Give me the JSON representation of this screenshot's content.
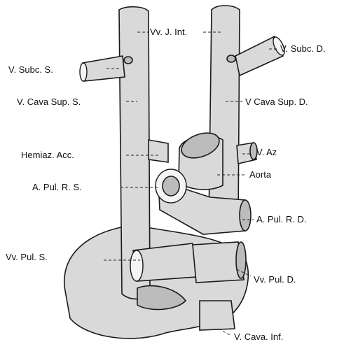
{
  "labels": {
    "vv_j_int": "Vv. J. Int.",
    "v_subc_s": "V. Subc. S.",
    "v_subc_d": "V. Subc. D.",
    "v_cava_sup_s": "V. Cava Sup. S.",
    "v_cava_sup_d": "V Cava Sup. D.",
    "hemiaz_acc": "Hemiaz. Acc.",
    "v_az": "V. Az",
    "aorta": "Aorta",
    "a_pul_r_s": "A. Pul. R. S.",
    "a_pul_r_d": "A. Pul. R. D.",
    "vv_pul_s": "Vv. Pul. S.",
    "vv_pul_d": "Vv. Pul. D.",
    "v_cava_inf": "V. Cava. Inf."
  }
}
